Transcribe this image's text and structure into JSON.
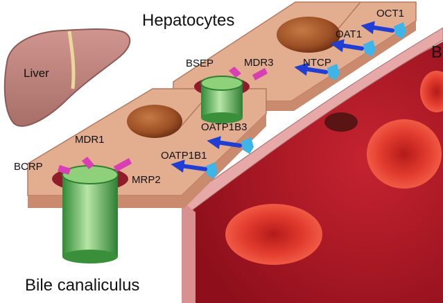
{
  "labels": {
    "hepatocytes": "Hepatocytes",
    "liver": "Liver",
    "bile_canaliculus": "Bile canaliculus",
    "blood_partial": "B"
  },
  "transporters": {
    "bcrp": "BCRP",
    "mdr1": "MDR1",
    "mrp2": "MRP2",
    "bsep": "BSEP",
    "mdr3": "MDR3",
    "oatp1b1": "OATP1B1",
    "oatp1b3": "OATP1B3",
    "ntcp": "NTCP",
    "oat1": "OAT1",
    "oct1": "OCT1"
  },
  "colors": {
    "liver": "#c2857f",
    "hepatocyte": "#e3ad8f",
    "nucleus": "#9c4f24",
    "canaliculus": "#58b958",
    "efflux_pump": "#d93fb4",
    "uptake_transporter": "#3fb4e6",
    "arrow": "#1f3fd4",
    "vessel_wall": "#e7a8a8",
    "blood": "#b51826",
    "red_cell": "#e6322c"
  }
}
